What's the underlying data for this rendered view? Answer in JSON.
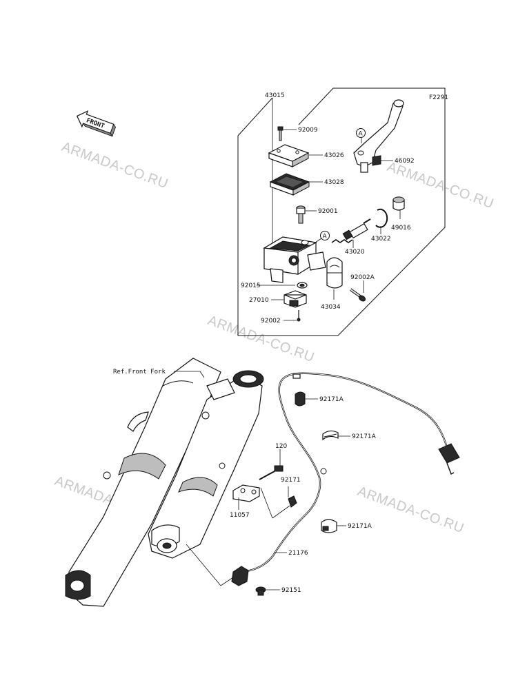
{
  "diagram_code": "F2291",
  "front_marker": "FRONT",
  "reference_label": "Ref.Front Fork",
  "callout_letter": "A",
  "watermark_text": "ARMADA-CO.RU",
  "parts": {
    "p43015": "43015",
    "p92009": "92009",
    "p43026": "43026",
    "p43028": "43028",
    "p92001": "92001",
    "p92015": "92015",
    "p27010": "27010",
    "p92002": "92002",
    "p46092": "46092",
    "p49016": "49016",
    "p43022": "43022",
    "p43020": "43020",
    "p92002A": "92002A",
    "p43034": "43034",
    "p92171A_1": "92171A",
    "p92171A_2": "92171A",
    "p92171A_3": "92171A",
    "p120": "120",
    "p92171": "92171",
    "p11057": "11057",
    "p21176": "21176",
    "p92151": "92151"
  }
}
